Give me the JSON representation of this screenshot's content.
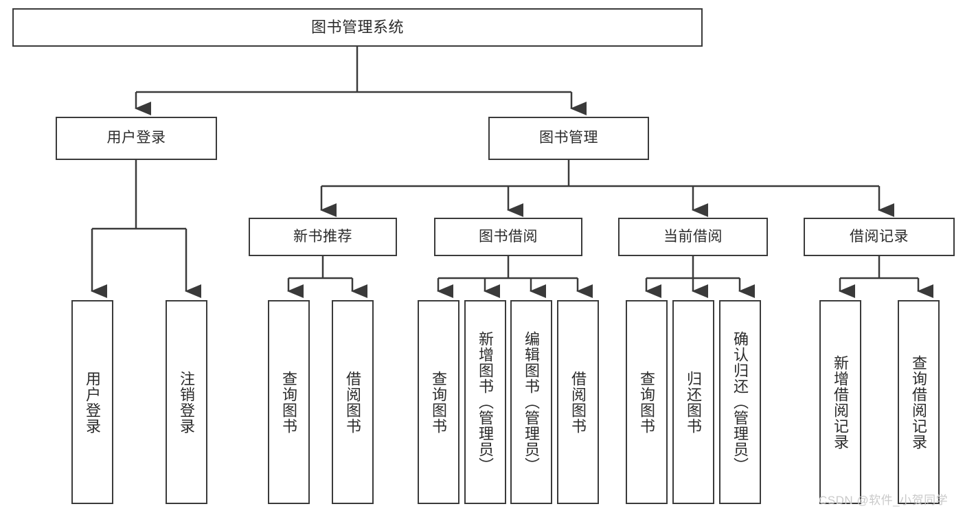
{
  "diagram": {
    "title": "图书管理系统",
    "type": "tree",
    "stroke_color": "#3a3a3a",
    "text_color": "#2b2b2b",
    "background": "#ffffff"
  },
  "nodes": {
    "root": {
      "label": "图书管理系统"
    },
    "level2": [
      {
        "label": "用户登录"
      },
      {
        "label": "图书管理"
      }
    ],
    "level3": [
      {
        "label": "新书推荐"
      },
      {
        "label": "图书借阅"
      },
      {
        "label": "当前借阅"
      },
      {
        "label": "借阅记录"
      }
    ],
    "leaves_user_login": [
      {
        "label": "用户登录"
      },
      {
        "label": "注销登录"
      }
    ],
    "leaves_new_books": [
      {
        "label": "查询图书"
      },
      {
        "label": "借阅图书"
      }
    ],
    "leaves_borrow": [
      {
        "label": "查询图书"
      },
      {
        "label": "新增图书（管理员）"
      },
      {
        "label": "编辑图书（管理员）"
      },
      {
        "label": "借阅图书"
      }
    ],
    "leaves_current": [
      {
        "label": "查询图书"
      },
      {
        "label": "归还图书"
      },
      {
        "label": "确认归还（管理员）"
      }
    ],
    "leaves_records": [
      {
        "label": "新增借阅记录"
      },
      {
        "label": "查询借阅记录"
      }
    ]
  },
  "watermark": {
    "text": "CSDN @软件_小贺同学"
  }
}
